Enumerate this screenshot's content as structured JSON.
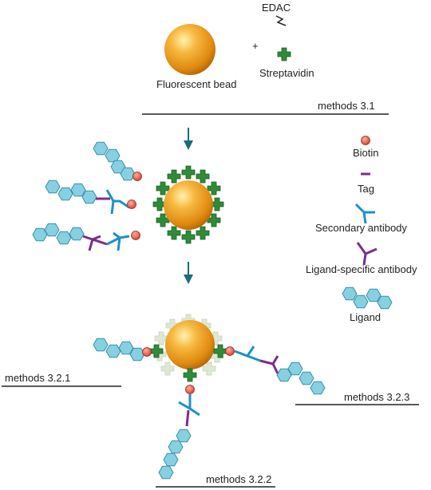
{
  "top": {
    "edac": "EDAC",
    "plus": "+",
    "bead": "Fluorescent bead",
    "streptavidin": "Streptavidin",
    "methods": "methods 3.1"
  },
  "legend": {
    "biotin": "Biotin",
    "tag": "Tag",
    "secondary": "Secondary antibody",
    "ligand_specific": "Ligand-specific antibody",
    "ligand": "Ligand"
  },
  "bottom": {
    "m1": "methods 3.2.1",
    "m2": "methods 3.2.2",
    "m3": "methods 3.2.3"
  },
  "colors": {
    "bead": "#f0a020",
    "strep": "#2e7d32",
    "biotin": "#e04040",
    "tag": "#7b2d8e",
    "antibody": "#1e90c8",
    "ligand": "#7dcde0",
    "arrow": "#1c6b7a"
  }
}
